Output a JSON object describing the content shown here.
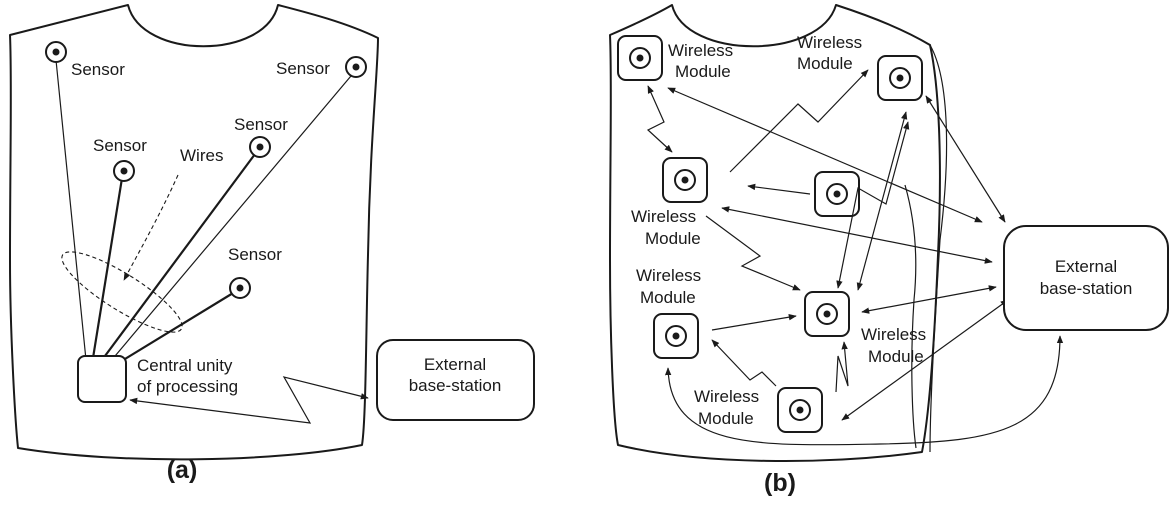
{
  "panel_a": {
    "caption": "(a)",
    "sensor_label": "Sensor",
    "wires_label": "Wires",
    "central_unit_line1": "Central unity",
    "central_unit_line2": "of processing",
    "base_station_line1": "External",
    "base_station_line2": "base-station"
  },
  "panel_b": {
    "caption": "(b)",
    "module_line1": "Wireless",
    "module_line2": "Module",
    "base_station_line1": "External",
    "base_station_line2": "base-station"
  }
}
